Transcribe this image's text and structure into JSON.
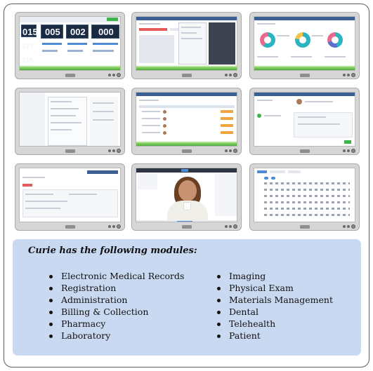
{
  "panel": {
    "title": "Curie has the following modules:",
    "modules_left": [
      "Electronic Medical Records",
      "Registration",
      "Administration",
      "Billing & Collection",
      "Pharmacy",
      "Laboratory"
    ],
    "modules_right": [
      "Imaging",
      "Physical Exam",
      "Materials Management",
      "Dental",
      "Telehealth",
      "Patient"
    ]
  },
  "thumbnails": [
    {
      "id": "dashboard",
      "numbers": [
        "015",
        "005",
        "002",
        "000",
        "017",
        "015"
      ]
    },
    {
      "id": "registration"
    },
    {
      "id": "analytics-donuts"
    },
    {
      "id": "billing-form"
    },
    {
      "id": "patient-list"
    },
    {
      "id": "physical-exam"
    },
    {
      "id": "lab-test-request"
    },
    {
      "id": "telehealth-video"
    },
    {
      "id": "dental-chart"
    }
  ],
  "colors": {
    "accent": "#3b5f93",
    "panel_bg": "#c9d9f1",
    "dash_bg": "#27364f",
    "green": "#3db34a",
    "donut_teal": "#2bb3c0",
    "donut_pink": "#e96a8f"
  }
}
